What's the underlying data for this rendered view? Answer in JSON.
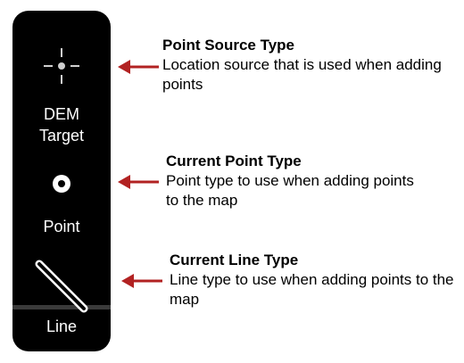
{
  "toolbar": {
    "point_source": {
      "label": "DEM\nTarget",
      "icon": "crosshair-icon"
    },
    "point_type": {
      "label": "Point",
      "icon": "point-icon"
    },
    "line_type": {
      "label": "Line",
      "icon": "line-icon"
    }
  },
  "callouts": [
    {
      "title": "Point Source Type",
      "description": "Location source that is used when adding points"
    },
    {
      "title": "Current Point Type",
      "description": "Point type to use when adding points to the map"
    },
    {
      "title": "Current Line Type",
      "description": "Line type to use when adding points to the map"
    }
  ],
  "colors": {
    "toolbar_bg": "#000000",
    "icon_color": "#ffffff",
    "arrow_color": "#b22222"
  }
}
